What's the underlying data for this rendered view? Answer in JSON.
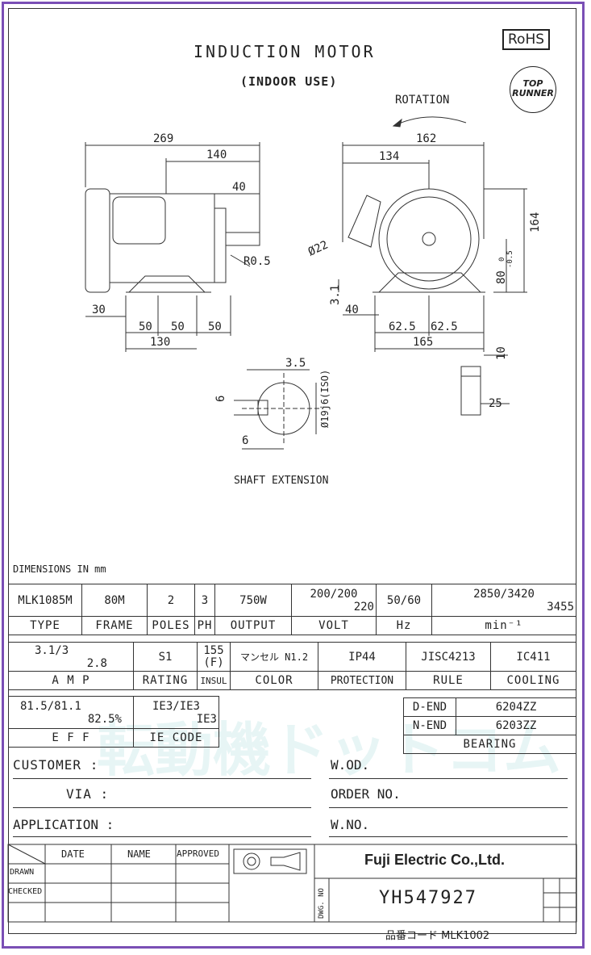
{
  "header": {
    "title": "INDUCTION MOTOR",
    "subtitle": "(INDOOR USE)",
    "rohs": "RoHS",
    "top_runner_line1": "TOP",
    "top_runner_line2": "RUNNER",
    "rotation": "ROTATION"
  },
  "side_view": {
    "d269": "269",
    "d140": "140",
    "d40": "40",
    "r05": "R0.5",
    "d30": "30",
    "d50a": "50",
    "d50b": "50",
    "d50c": "50",
    "d130": "130"
  },
  "front_view": {
    "d162": "162",
    "d134": "134",
    "d164": "164",
    "d80": "80",
    "tol_top": "0",
    "tol_bot": "-0.5",
    "d22": "Ø22",
    "d31": "3.1",
    "d40": "40",
    "d625a": "62.5",
    "d625b": "62.5",
    "d165": "165",
    "d10": "10",
    "d25": "25"
  },
  "shaft": {
    "d35": "3.5",
    "d6a": "6",
    "d6b": "6",
    "dia": "Ø19j6(ISO)",
    "label": "SHAFT EXTENSION"
  },
  "dimensions_note": "DIMENSIONS IN mm",
  "spec_row1": {
    "type": "MLK1085M",
    "frame": "80M",
    "poles": "2",
    "ph": "3",
    "output": "750W",
    "volt_a": "200/200",
    "volt_b": "220",
    "hz": "50/60",
    "rpm_a": "2850/3420",
    "rpm_b": "3455"
  },
  "spec_labels1": {
    "type": "TYPE",
    "frame": "FRAME",
    "poles": "POLES",
    "ph": "PH",
    "output": "OUTPUT",
    "volt": "VOLT",
    "hz": "Hz",
    "rpm": "min⁻¹"
  },
  "spec_row2": {
    "amp_a": "3.1/3",
    "amp_b": "2.8",
    "rating": "S1",
    "insul_a": "155",
    "insul_b": "(F)",
    "color": "マンセル N1.2",
    "protection": "IP44",
    "rule": "JISC4213",
    "cooling": "IC411"
  },
  "spec_labels2": {
    "amp": "A M P",
    "rating": "RATING",
    "insul": "INSUL",
    "color": "COLOR",
    "protection": "PROTECTION",
    "rule": "RULE",
    "cooling": "COOLING"
  },
  "spec_row3": {
    "eff_a": "81.5/81.1",
    "eff_b": "82.5%",
    "ie_a": "IE3/IE3",
    "ie_b": "IE3",
    "eff_label": "E F F",
    "ie_label": "IE CODE",
    "d_end": "D-END",
    "d_end_val": "6204ZZ",
    "n_end": "N-END",
    "n_end_val": "6203ZZ",
    "bearing": "BEARING"
  },
  "customer": {
    "customer": "CUSTOMER :",
    "via": "VIA :",
    "application": "APPLICATION :",
    "wod": "W.OD.",
    "order_no": "ORDER NO.",
    "wno": "W.NO."
  },
  "title_block": {
    "date": "DATE",
    "name": "NAME",
    "approved": "APPROVED",
    "drawn": "DRAWN",
    "checked": "CHECKED",
    "company": "Fuji Electric Co.,Ltd.",
    "dwg_no_label": "DWG. NO",
    "dwg_no": "YH547927"
  },
  "footer": "品番コード MLK1002"
}
